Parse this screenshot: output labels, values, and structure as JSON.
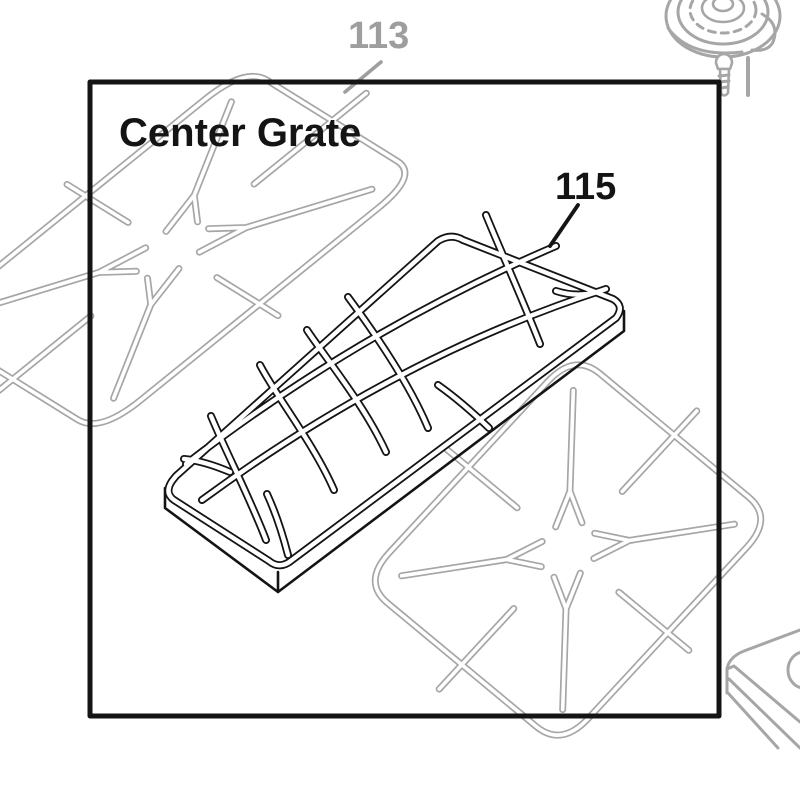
{
  "diagram": {
    "title": "Center Grate",
    "callouts": {
      "muted": {
        "id": "113"
      },
      "active": {
        "id": "115"
      }
    }
  },
  "colors": {
    "line_muted": "#a6a6a6",
    "label_muted": "#9e9e9e",
    "line_active": "#141414",
    "background": "#ffffff"
  }
}
